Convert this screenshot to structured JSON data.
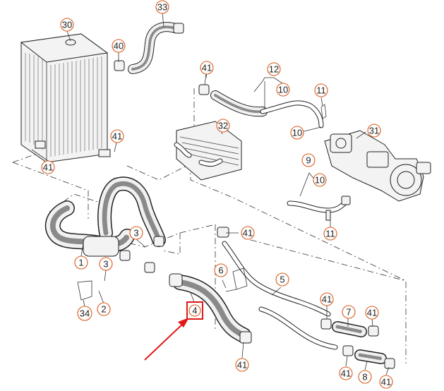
{
  "diagram": {
    "callouts": {
      "c30": "30",
      "c33": "33",
      "c40": "40",
      "c41a": "41",
      "c41b": "41",
      "c41c": "41",
      "c12": "12",
      "c10a": "10",
      "c11a": "11",
      "c32": "32",
      "c10b": "10",
      "c31": "31",
      "c9": "9",
      "c10c": "10",
      "c11b": "11",
      "c41d": "41",
      "c3a": "3",
      "c1": "1",
      "c3b": "3",
      "c34": "34",
      "c2": "2",
      "c6": "6",
      "c5": "5",
      "c4": "4",
      "c41e": "41",
      "c41f": "41",
      "c7": "7",
      "c41g": "41",
      "c41h": "41",
      "c8": "8",
      "c41i": "41"
    },
    "plain_labels": {
      "l10a": "10",
      "l10c": "10"
    },
    "highlight_color": "#e01818",
    "callout_color": "#d95a1a"
  }
}
